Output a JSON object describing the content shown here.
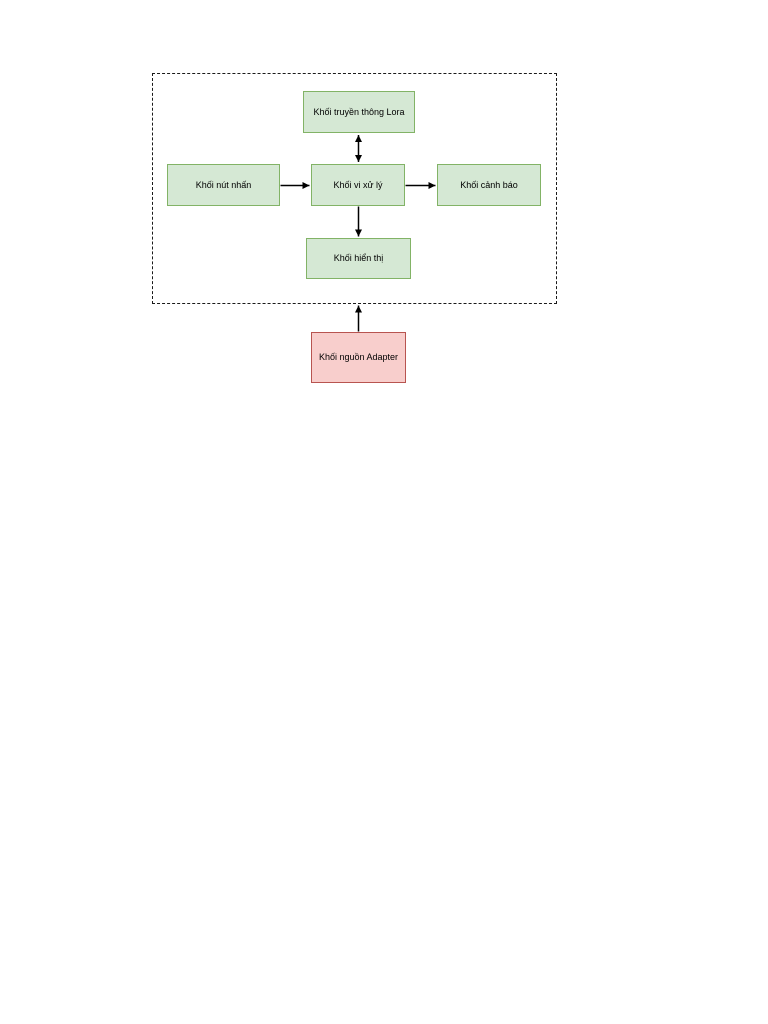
{
  "page": {
    "background": "#ffffff",
    "kind": "block-diagram-on-white-page"
  },
  "diagram": {
    "boundary": {
      "style": "dashed",
      "stroke": "#1a1a1a"
    },
    "blocks": [
      {
        "id": "lora",
        "label": "Khối truyền thông Lora",
        "fill": "#d5e8d4",
        "stroke": "#82b366",
        "position": "top-center-inside-boundary"
      },
      {
        "id": "button",
        "label": "Khối nút nhấn",
        "fill": "#d5e8d4",
        "stroke": "#82b366",
        "position": "middle-left-inside-boundary"
      },
      {
        "id": "mcu",
        "label": "Khối vi xử lý",
        "fill": "#d5e8d4",
        "stroke": "#82b366",
        "position": "middle-center-inside-boundary"
      },
      {
        "id": "alert",
        "label": "Khối cảnh báo",
        "fill": "#d5e8d4",
        "stroke": "#82b366",
        "position": "middle-right-inside-boundary"
      },
      {
        "id": "display",
        "label": "Khối hiển thị",
        "fill": "#d5e8d4",
        "stroke": "#82b366",
        "position": "bottom-center-inside-boundary"
      },
      {
        "id": "power",
        "label": "Khối nguồn Adapter",
        "fill": "#f8cecc",
        "stroke": "#b85450",
        "position": "below-boundary-outside"
      }
    ],
    "connections": [
      {
        "from": "mcu",
        "to": "lora",
        "direction": "bidirectional"
      },
      {
        "from": "button",
        "to": "mcu",
        "direction": "one-way"
      },
      {
        "from": "mcu",
        "to": "alert",
        "direction": "one-way"
      },
      {
        "from": "mcu",
        "to": "display",
        "direction": "one-way"
      },
      {
        "from": "power",
        "to": "boundary",
        "direction": "one-way"
      }
    ],
    "colors": {
      "arrow": "#000000",
      "text": "#000000",
      "boundary": "#1a1a1a",
      "green_fill": "#d5e8d4",
      "green_stroke": "#82b366",
      "red_fill": "#f8cecc",
      "red_stroke": "#b85450"
    }
  }
}
